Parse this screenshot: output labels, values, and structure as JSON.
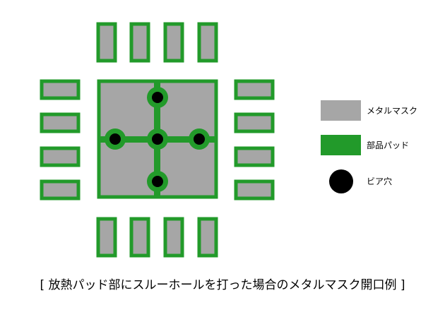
{
  "colors": {
    "metal_mask": "#a6a6a6",
    "pad": "#229a2a",
    "via": "#000000",
    "background": "#ffffff"
  },
  "legend": {
    "metal_mask_label": "メタルマスク",
    "component_pad_label": "部品パッド",
    "via_label": "ビア穴"
  },
  "caption": "[ 放熱パッド部にスルーホールを打った場合のメタルマスク開口例 ]"
}
